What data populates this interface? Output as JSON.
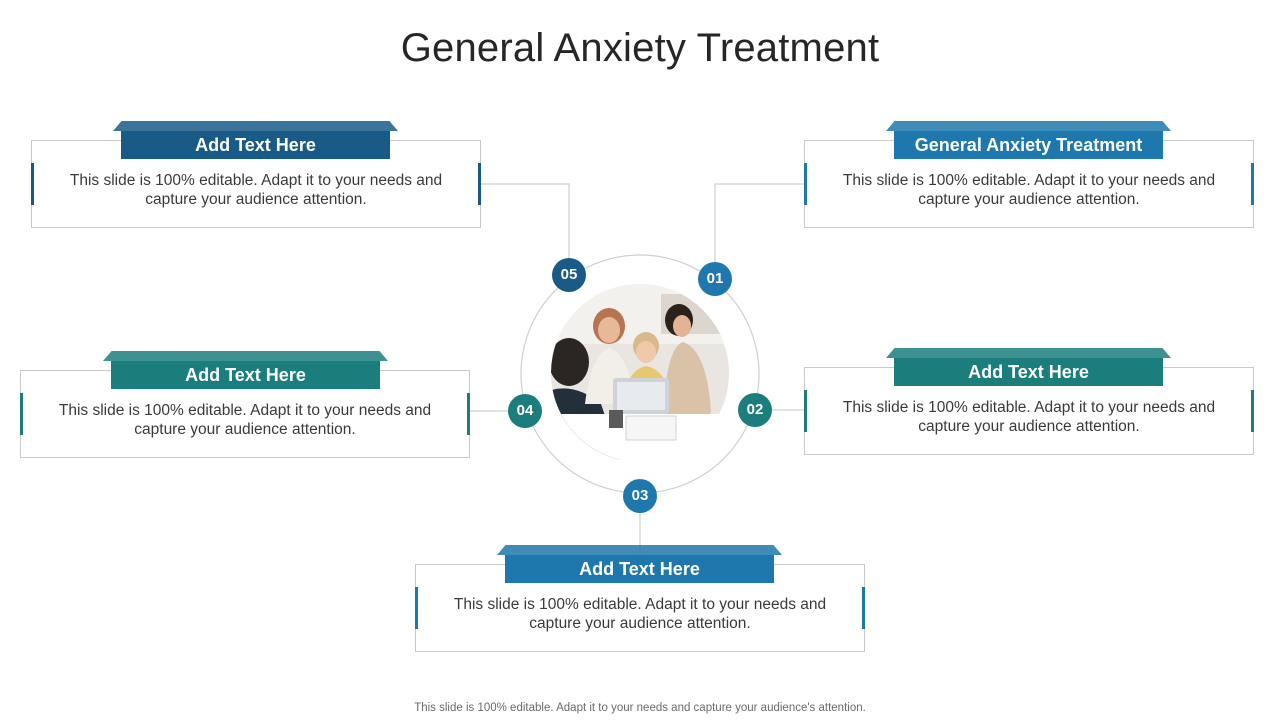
{
  "title": "General Anxiety Treatment",
  "footer": "This slide is 100% editable. Adapt it to your needs and capture your audience's attention.",
  "colors": {
    "dark_blue": "#1a5a86",
    "blue": "#1f78ad",
    "teal": "#1b7e7c",
    "line": "#c4c4c4"
  },
  "items": [
    {
      "num": "01",
      "heading": "General Anxiety Treatment",
      "text": "This slide is 100% editable. Adapt it to your needs and capture your audience attention."
    },
    {
      "num": "02",
      "heading": "Add Text Here",
      "text": "This slide is 100% editable. Adapt it to your needs and capture your audience attention."
    },
    {
      "num": "03",
      "heading": "Add Text Here",
      "text": "This slide is 100% editable. Adapt it to your needs and capture your audience attention."
    },
    {
      "num": "04",
      "heading": "Add Text Here",
      "text": "This slide is 100% editable. Adapt it to your needs and capture your audience attention."
    },
    {
      "num": "05",
      "heading": "Add Text Here",
      "text": "This slide is 100% editable. Adapt it to your needs and capture your audience attention."
    }
  ]
}
